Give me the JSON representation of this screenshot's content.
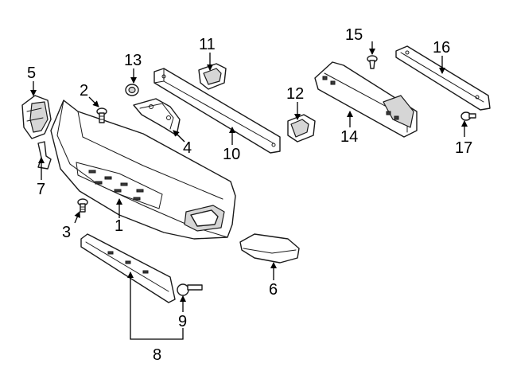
{
  "diagram": {
    "callouts": [
      {
        "id": "c1",
        "text": "1"
      },
      {
        "id": "c2",
        "text": "2"
      },
      {
        "id": "c3",
        "text": "3"
      },
      {
        "id": "c4",
        "text": "4"
      },
      {
        "id": "c5",
        "text": "5"
      },
      {
        "id": "c6",
        "text": "6"
      },
      {
        "id": "c7",
        "text": "7"
      },
      {
        "id": "c8",
        "text": "8"
      },
      {
        "id": "c9",
        "text": "9"
      },
      {
        "id": "c10",
        "text": "10"
      },
      {
        "id": "c11",
        "text": "11"
      },
      {
        "id": "c12",
        "text": "12"
      },
      {
        "id": "c13",
        "text": "13"
      },
      {
        "id": "c14",
        "text": "14"
      },
      {
        "id": "c15",
        "text": "15"
      },
      {
        "id": "c16",
        "text": "16"
      },
      {
        "id": "c17",
        "text": "17"
      }
    ]
  }
}
